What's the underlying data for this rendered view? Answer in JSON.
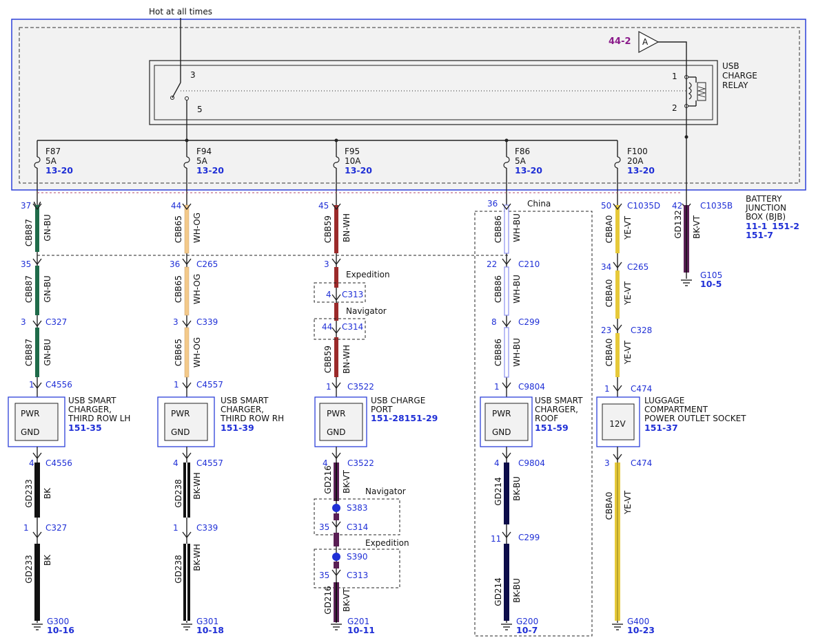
{
  "hot_label": "Hot at all times",
  "pin_44_2": "44-2",
  "connector_a": "A",
  "relay": {
    "label": [
      "USB",
      "CHARGE",
      "RELAY"
    ],
    "pin1": "1",
    "pin2": "2",
    "pin3": "3",
    "pin5": "5"
  },
  "bjb": {
    "label": [
      "BATTERY",
      "JUNCTION",
      "BOX (BJB)"
    ],
    "refs": [
      "11-1",
      "151-2",
      "151-7"
    ]
  },
  "fuses": [
    {
      "name": "F87",
      "rating": "5A",
      "ref": "13-20"
    },
    {
      "name": "F94",
      "rating": "5A",
      "ref": "13-20"
    },
    {
      "name": "F95",
      "rating": "10A",
      "ref": "13-20"
    },
    {
      "name": "F86",
      "rating": "5A",
      "ref": "13-20"
    },
    {
      "name": "F100",
      "rating": "20A",
      "ref": "13-20"
    }
  ],
  "col1": {
    "pins": [
      "37",
      "35",
      "3",
      "1",
      "4",
      "1"
    ],
    "connectors": [
      "C327",
      "C4556",
      "C4556",
      "C327"
    ],
    "circuit": "CBB87",
    "color": "GN-BU",
    "ground_circuit": "GD233",
    "ground_color": "BK",
    "device": {
      "lines": [
        "USB SMART",
        "CHARGER,",
        "THIRD ROW LH"
      ],
      "ref": "151-35",
      "pwr": "PWR",
      "gnd": "GND"
    },
    "ground": {
      "name": "G300",
      "ref": "10-16"
    }
  },
  "col2": {
    "pins": [
      "44",
      "36",
      "3",
      "1",
      "4",
      "1"
    ],
    "connectors": [
      "C265",
      "C339",
      "C4557",
      "C4557",
      "C339"
    ],
    "circuit": "CBB65",
    "color": "WH-OG",
    "ground_circuit": "GD238",
    "ground_color": "BK-WH",
    "device": {
      "lines": [
        "USB SMART",
        "CHARGER,",
        "THIRD ROW RH"
      ],
      "ref": "151-39",
      "pwr": "PWR",
      "gnd": "GND"
    },
    "ground": {
      "name": "G301",
      "ref": "10-18"
    }
  },
  "col3": {
    "pins": [
      "45",
      "3",
      "4",
      "44",
      "1",
      "4",
      "35",
      "35"
    ],
    "connectors": [
      "C313",
      "C314",
      "C3522",
      "C3522",
      "C314",
      "C313"
    ],
    "splices": [
      "S383",
      "S390"
    ],
    "options": [
      "Expedition",
      "Navigator",
      "Navigator",
      "Expedition"
    ],
    "circuit": "CBB59",
    "color": "BN-WH",
    "ground_circuit": "GD216",
    "ground_color": "BK-VT",
    "device": {
      "lines": [
        "USB CHARGE",
        "PORT"
      ],
      "ref": "151-28151-29",
      "pwr": "PWR",
      "gnd": "GND"
    },
    "ground": {
      "name": "G201",
      "ref": "10-11"
    }
  },
  "col4": {
    "option": "China",
    "pins": [
      "36",
      "22",
      "8",
      "1",
      "4",
      "11"
    ],
    "connectors": [
      "C210",
      "C299",
      "C9804",
      "C9804",
      "C299"
    ],
    "circuit": "CBB86",
    "color": "WH-BU",
    "ground_circuit": "GD214",
    "ground_color": "BK-BU",
    "device": {
      "lines": [
        "USB SMART",
        "CHARGER,",
        "ROOF"
      ],
      "ref": "151-59",
      "pwr": "PWR",
      "gnd": "GND"
    },
    "ground": {
      "name": "G200",
      "ref": "10-7"
    }
  },
  "col5": {
    "pins": [
      "50",
      "34",
      "23",
      "1",
      "3"
    ],
    "connectors": [
      "C1035D",
      "C265",
      "C328",
      "C474",
      "C474"
    ],
    "circuit": "CBBA0",
    "color": "YE-VT",
    "device": {
      "lines": [
        "LUGGAGE",
        "COMPARTMENT",
        "POWER OUTLET SOCKET"
      ],
      "ref": "151-37",
      "inner": "12V"
    },
    "ground": {
      "name": "G400",
      "ref": "10-23"
    }
  },
  "col6": {
    "pin": "42",
    "connector": "C1035B",
    "circuit": "GD132",
    "color": "BK-VT",
    "ground": {
      "name": "G105",
      "ref": "10-5"
    }
  },
  "colors": {
    "gn_bu": "#1f6b4a",
    "wh_og": "#f3c98a",
    "bn_wh": "#9b2a2a",
    "wh_bu": "#8a8ff0",
    "ye_vt": "#e6c93a",
    "bk": "#111111",
    "bk_vt": "#5a1f55",
    "bk_bu": "#0d0d4a",
    "accent_blue": "#1f2fd6",
    "frame_blue": "#2b3fd9"
  }
}
